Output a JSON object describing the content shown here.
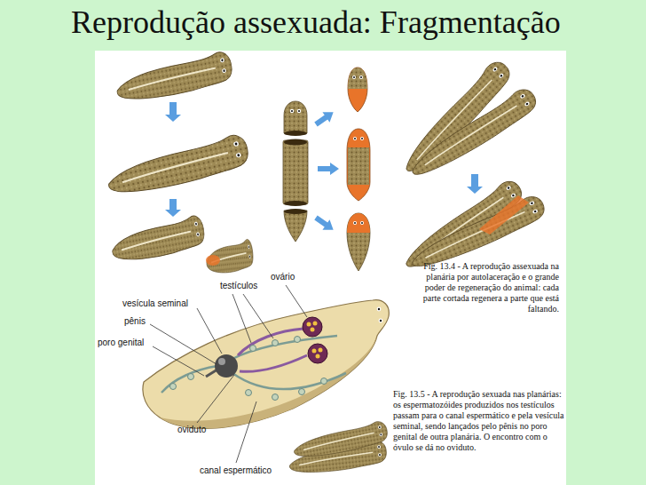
{
  "diagram": {
    "title": "Reprodução assexuada: Fragmentação",
    "labels": [
      "ovário",
      "testículos",
      "vesícula seminal",
      "pênis",
      "poro genital",
      "oviduto",
      "canal espermático",
      "Fig. 13.4 - A reprodução assexuada na planária por autolaceração e o grande poder de regeneração do animal: cada parte cortada regenera a parte que está faltando.",
      "Fig. 13.5 - A reprodução sexuada nas planárias: os espermatozóides produzidos nos testículos passam para o canal espermático e pela vesícula seminal, sendo lançados pelo pênis no poro genital de outra planária. O encontro com o óvulo se dá no oviduto."
    ]
  }
}
